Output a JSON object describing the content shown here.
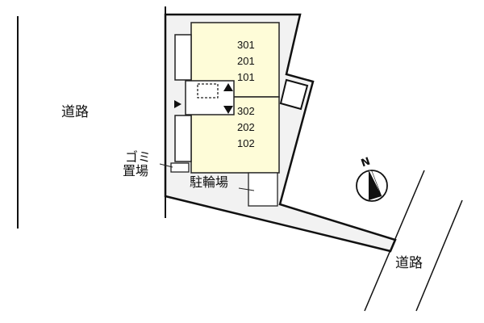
{
  "diagram": {
    "type": "site-plan",
    "colors": {
      "building_fill": "#fefcd8",
      "lot_fill": "#f2f2f2",
      "line": "#111111",
      "background": "#ffffff"
    },
    "labels": {
      "road_west": "道路",
      "road_east": "道路",
      "garbage_line1": "ゴミ",
      "garbage_line2": "置場",
      "bicycle_parking": "駐輪場",
      "north": "N"
    },
    "building_north_units": {
      "unit_3f": "301",
      "unit_2f": "201",
      "unit_1f": "101"
    },
    "building_south_units": {
      "unit_3f": "302",
      "unit_2f": "202",
      "unit_1f": "102"
    },
    "icons": {
      "stairs_up": "triangle-up",
      "stairs_down": "triangle-down",
      "entrance": "triangle-right",
      "compass": "north-arrow"
    }
  }
}
